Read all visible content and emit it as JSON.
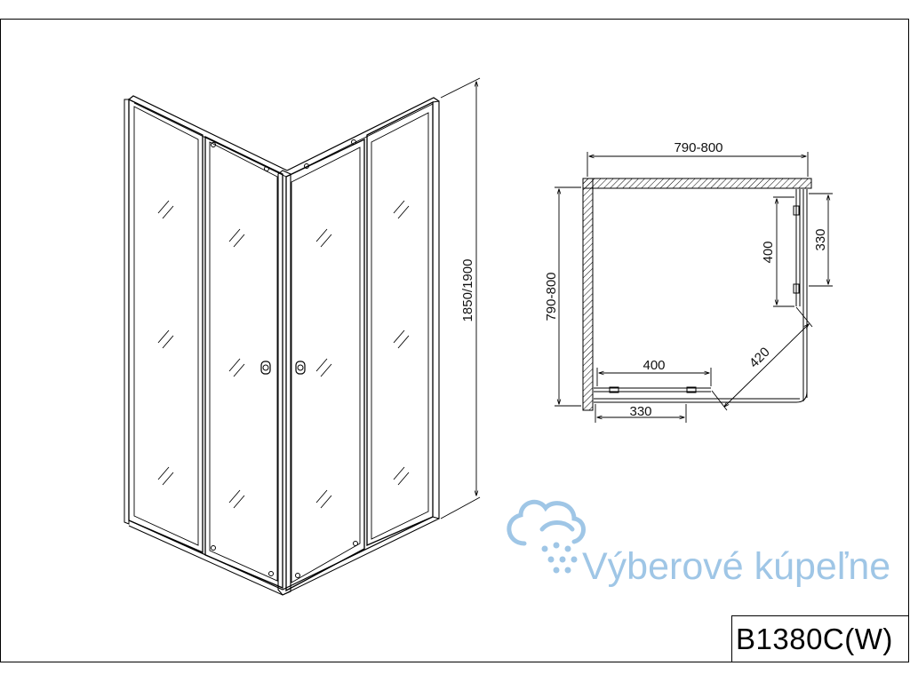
{
  "dimensions": {
    "height": "1850/1900",
    "plan_width": "790-800",
    "plan_depth": "790-800",
    "door_right": "400",
    "fixed_right": "330",
    "door_bottom": "400",
    "fixed_bottom": "330",
    "diagonal_entry": "420"
  },
  "brand": {
    "name": "Výberové kúpeľne",
    "color": "#9fc6e6"
  },
  "model_code": "B1380C(W)"
}
